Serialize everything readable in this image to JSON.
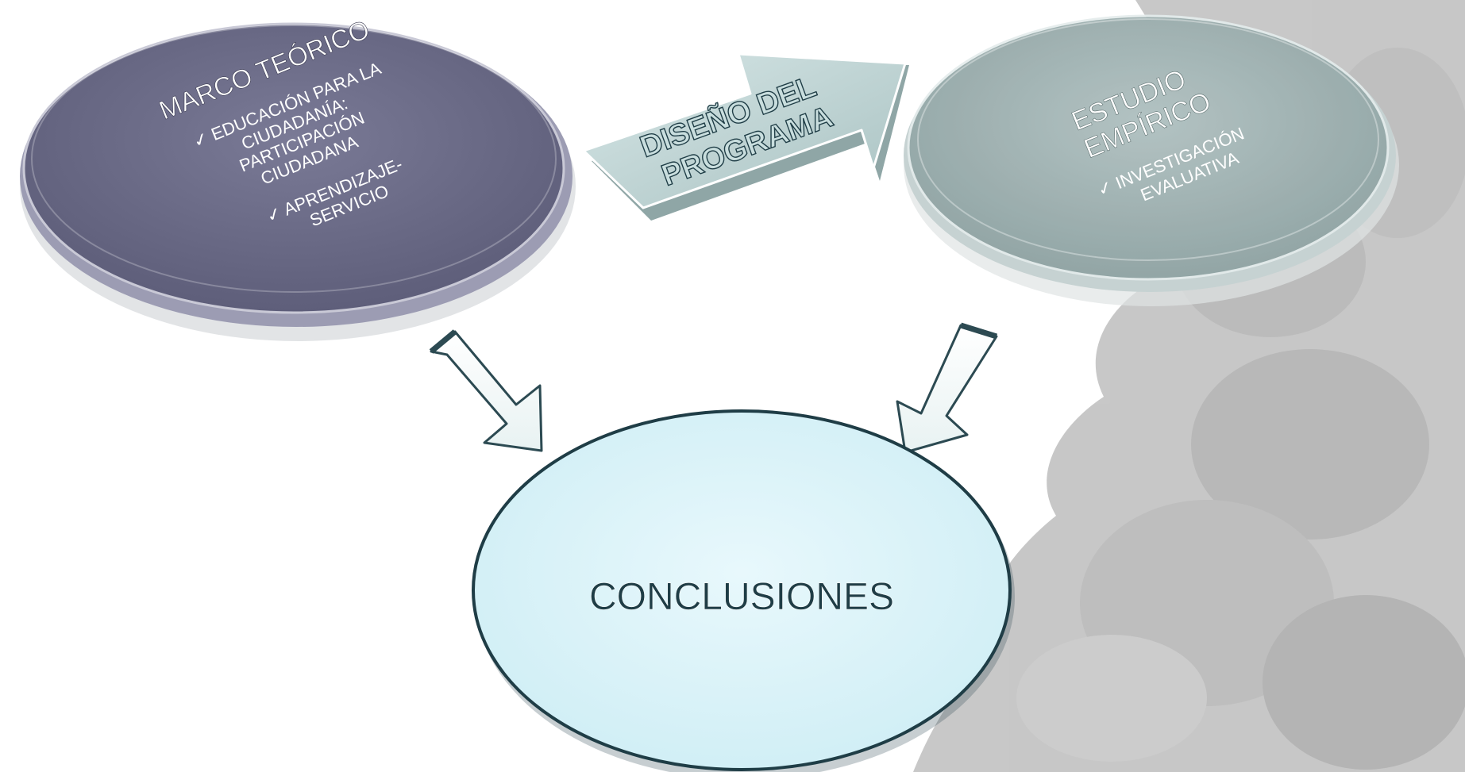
{
  "marco_teorico": {
    "title": "MARCO TEÓRICO",
    "item1_lines": [
      "✓ EDUCACIÓN PARA LA",
      "CIUDADANÍA:",
      "PARTICIPACIÓN",
      "CIUDADANA"
    ],
    "item2_lines": [
      "✓ APRENDIZAJE-",
      "SERVICIO"
    ]
  },
  "diseno": {
    "lines": [
      "DISEÑO DEL",
      "PROGRAMA"
    ]
  },
  "estudio_empirico": {
    "title_lines": [
      "ESTUDIO",
      "EMPÍRICO"
    ],
    "item_lines": [
      "✓ INVESTIGACIÓN",
      "EVALUATIVA"
    ]
  },
  "conclusiones": {
    "label": "CONCLUSIONES"
  },
  "colors": {
    "disc_left": "#6b6b87",
    "disc_right": "#9fb0b0",
    "arrow_fill": "#b9cfcf",
    "conclusion_fill": "#e2f5fa",
    "text_dark": "#1f3d46"
  }
}
